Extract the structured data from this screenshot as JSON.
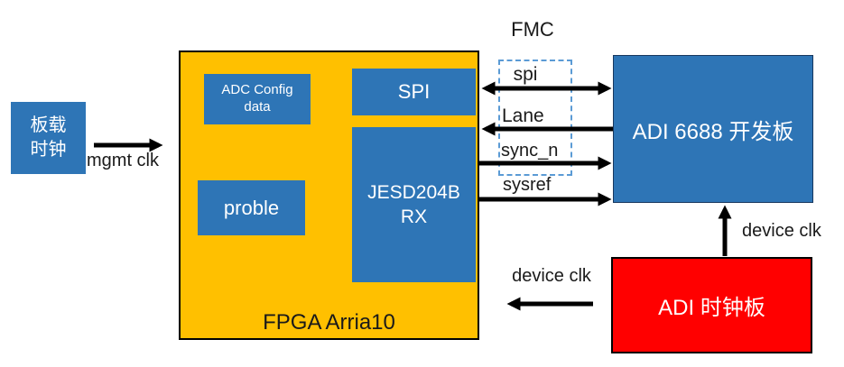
{
  "diagram": {
    "fmc_label": "FMC",
    "boxes": {
      "onboard_clock": {
        "line1": "板载",
        "line2": "时钟",
        "color": "#2E75B6"
      },
      "fpga": {
        "label": "FPGA Arria10",
        "color": "#FFC000"
      },
      "adc_config": {
        "line1": "ADC Config",
        "line2": "data",
        "color": "#2E75B6"
      },
      "proble": {
        "label": "proble",
        "color": "#2E75B6"
      },
      "spi_block": {
        "label": "SPI",
        "color": "#2E75B6"
      },
      "jesd": {
        "line1": "JESD204B",
        "line2": "RX",
        "color": "#2E75B6"
      },
      "adi6688": {
        "label": "ADI 6688 开发板",
        "color": "#2E75B6"
      },
      "adi_clock": {
        "label": "ADI 时钟板",
        "color": "#FF0000"
      }
    },
    "arrows": {
      "mgmt_clk": "mgmt clk",
      "spi": "spi",
      "lane": "Lane",
      "sync_n": "sync_n",
      "sysref": "sysref",
      "device_clk_left": "device clk",
      "device_clk_up": "device clk",
      "arrow_color": "#000000",
      "fmc_dash_color": "#5B9BD5"
    }
  }
}
